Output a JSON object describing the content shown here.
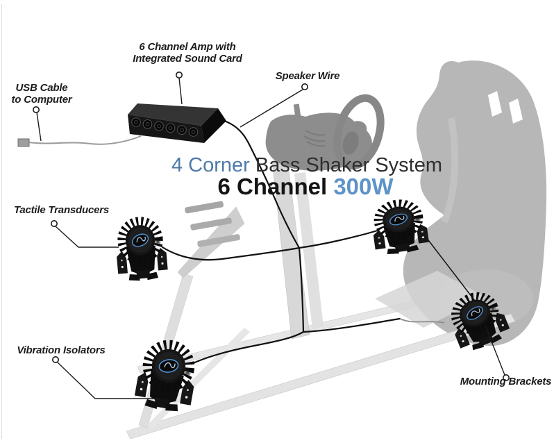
{
  "title": {
    "line1_accent": "4 Corner",
    "line1_rest": " Bass Shaker System",
    "line2_bold": "6 Channel",
    "line2_accent": " 300W"
  },
  "labels": {
    "usb_line1": "USB Cable",
    "usb_line2": "to Computer",
    "amp_line1": "6 Channel Amp with",
    "amp_line2": "Integrated Sound Card",
    "speaker_wire": "Speaker Wire",
    "tactile": "Tactile Transducers",
    "vibration": "Vibration Isolators",
    "mounting": "Mounting Brackets"
  },
  "colors": {
    "accent_blue": "#4d7aa9",
    "accent_blue_bright": "#5e93c8",
    "label_text": "#1c1c1c",
    "wire_black": "#111111",
    "cable_gray": "#9a9a9a",
    "ghost_gray": "#b7b7b7",
    "transducer_logo_blue": "#4f93d6"
  }
}
